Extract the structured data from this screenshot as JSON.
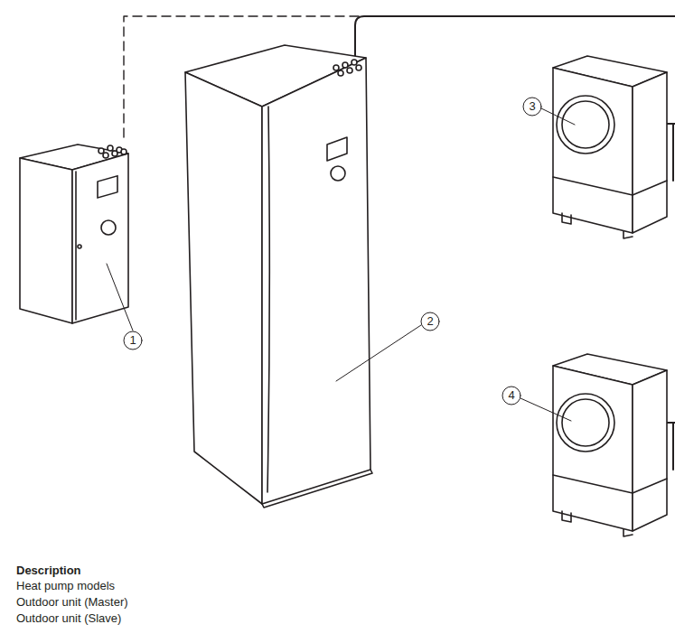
{
  "diagram": {
    "labels": [
      "1",
      "2",
      "3",
      "4",
      "Description",
      "Heat pump models",
      "Outdoor unit (Master)",
      "Outdoor unit (Slave)"
    ]
  }
}
